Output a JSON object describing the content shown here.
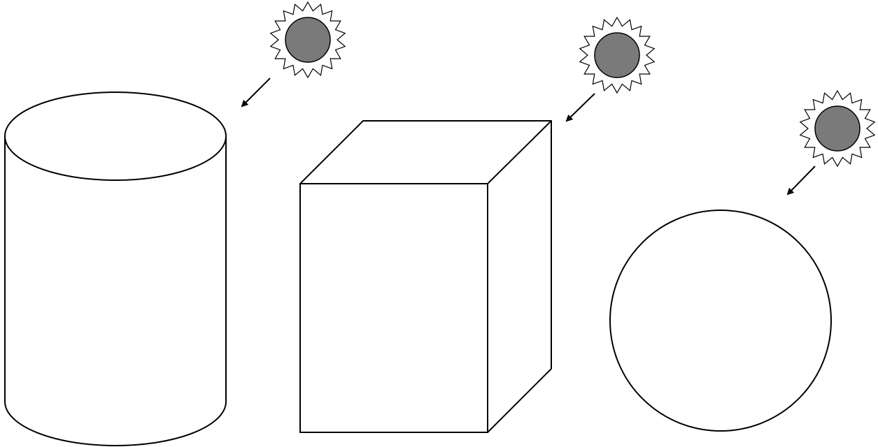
{
  "colors": {
    "background": "#ffffff",
    "stroke": "#000000",
    "sun_disc": "#7a7a7a",
    "sun_rays": "#ffffff"
  },
  "shapes": [
    {
      "kind": "cylinder",
      "icon": "cylinder-icon"
    },
    {
      "kind": "cube",
      "icon": "cube-icon"
    },
    {
      "kind": "sphere",
      "icon": "sphere-icon"
    }
  ],
  "light_sources": [
    {
      "icon": "sun-icon",
      "direction": "down-left"
    },
    {
      "icon": "sun-icon",
      "direction": "down-left"
    },
    {
      "icon": "sun-icon",
      "direction": "down-left"
    }
  ]
}
